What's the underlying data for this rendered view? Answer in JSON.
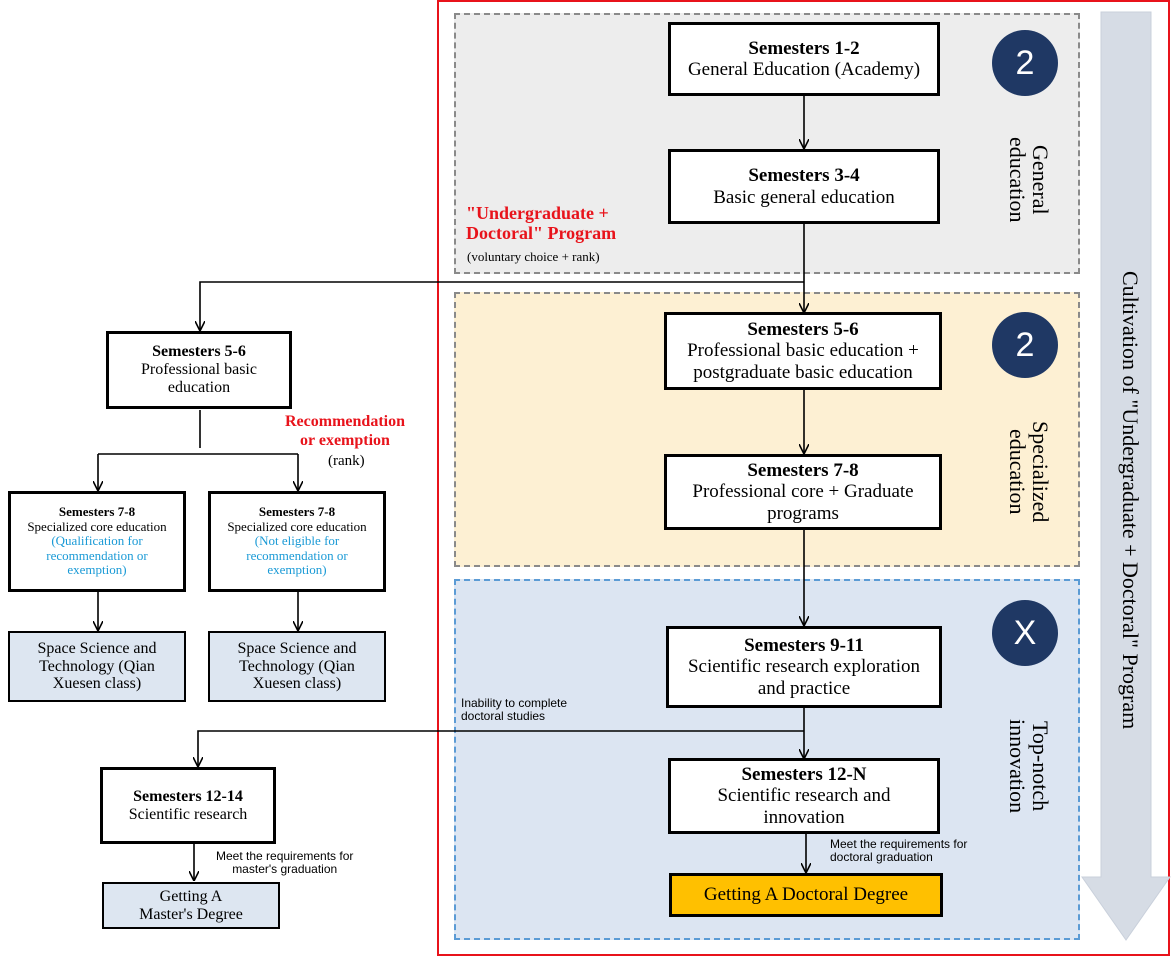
{
  "zones": {
    "general_label": "General education",
    "specialized_label": "Specialized education",
    "topnotch_label": "Top-notch innovation",
    "general_badge": "2",
    "specialized_badge": "2",
    "topnotch_badge": "X"
  },
  "arrow_banner": "Cultivation of \"Undergraduate + Doctoral\" Program",
  "program": {
    "title_line1": "\"Undergraduate +",
    "title_line2": "Doctoral\" Program",
    "subtitle": "(voluntary choice + rank)"
  },
  "right": {
    "s12": {
      "title": "Semesters 1-2",
      "line1": "General Education (Academy)"
    },
    "s34": {
      "title": "Semesters 3-4",
      "line1": "Basic general education"
    },
    "s56": {
      "title": "Semesters 5-6",
      "line1": "Professional basic education +",
      "line2": "postgraduate basic education"
    },
    "s78": {
      "title": "Semesters 7-8",
      "line1": "Professional core + Graduate",
      "line2": "programs"
    },
    "s911": {
      "title": "Semesters 9-11",
      "line1": "Scientific research exploration",
      "line2": "and practice"
    },
    "s12n": {
      "title": "Semesters 12-N",
      "line1": "Scientific research and",
      "line2": "innovation"
    },
    "doctoral": "Getting A Doctoral Degree",
    "doctoral_note_1": "Meet the requirements for",
    "doctoral_note_2": "doctoral graduation"
  },
  "left": {
    "s56": {
      "title": "Semesters 5-6",
      "line1": "Professional basic",
      "line2": "education"
    },
    "rec_line1": "Recommendation",
    "rec_line2": "or exemption",
    "rec_rank": "(rank)",
    "s78a": {
      "title": "Semesters 7-8",
      "line1": "Specialized core education",
      "q1": "(Qualification for",
      "q2": "recommendation or",
      "q3": "exemption)"
    },
    "s78b": {
      "title": "Semesters 7-8",
      "line1": "Specialized core education",
      "q1": "(Not eligible for",
      "q2": "recommendation or",
      "q3": "exemption)"
    },
    "space_a": {
      "line1": "Space Science and",
      "line2": "Technology (Qian",
      "line3": "Xuesen class)"
    },
    "space_b": {
      "line1": "Space Science and",
      "line2": "Technology (Qian",
      "line3": "Xuesen class)"
    },
    "inability_1": "Inability to complete",
    "inability_2": "doctoral studies",
    "s1214": {
      "title": "Semesters 12-14",
      "line1": "Scientific research"
    },
    "master_note_1": "Meet the requirements for",
    "master_note_2": "master's graduation",
    "master": {
      "line1": "Getting A",
      "line2": "Master's Degree"
    }
  }
}
